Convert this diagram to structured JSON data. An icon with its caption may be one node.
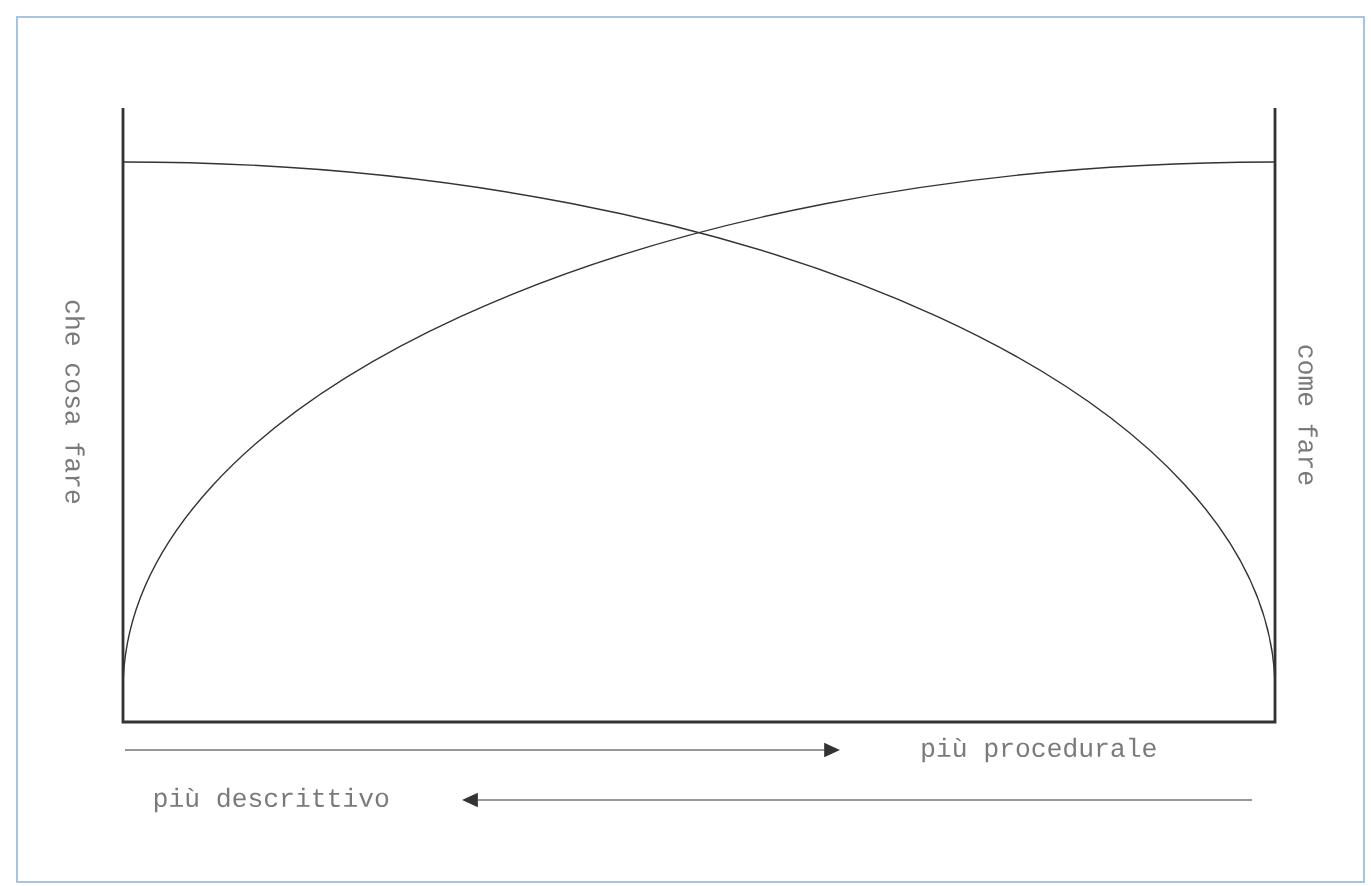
{
  "diagram": {
    "labels": [
      "che cosa fare",
      "come fare",
      "più procedurale",
      "più descrittivo"
    ]
  }
}
